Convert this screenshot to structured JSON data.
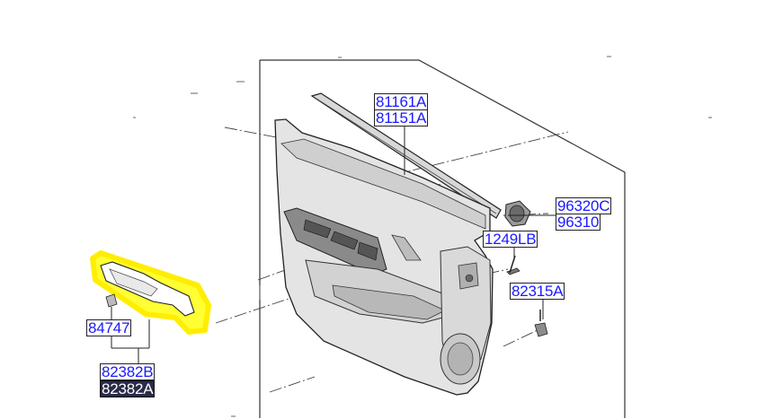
{
  "labels": {
    "p81161A": "81161A",
    "p81151A": "81151A",
    "p96320C": "96320C",
    "p96310": "96310",
    "p1249LB": "1249LB",
    "p82315A": "82315A",
    "p84747": "84747",
    "p82382B": "82382B",
    "p82382A": "82382A"
  },
  "colors": {
    "label_text": "#1a1aff",
    "selected_bg": "#2a2a4a",
    "highlight": "#ffff33"
  }
}
